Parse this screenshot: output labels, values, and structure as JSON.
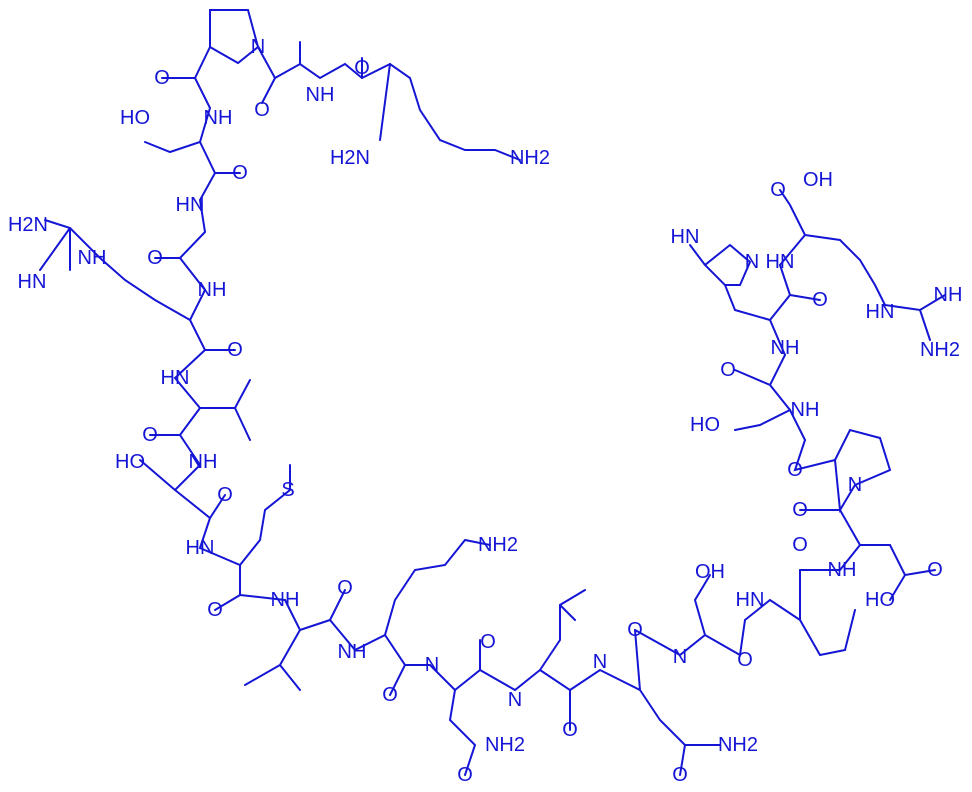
{
  "colors": {
    "ink": "#1515d6",
    "background": "#ffffff"
  },
  "labels": {
    "n_pro1": "N",
    "o_ala": "O",
    "nh_ala_lys": "NH",
    "o_lys": "O",
    "nh2_lys_alpha": "H2N",
    "nh2_lys_eps": "NH2",
    "o_pro1": "O",
    "nh_ser1": "NH",
    "oh_ser1": "HO",
    "o_ser1": "O",
    "hn_gly": "HN",
    "o_gly": "O",
    "nh_arg1": "NH",
    "h2n_arg1_gu": "H2N",
    "nh_arg1_gu": "NH",
    "hn_arg1_gu": "HN",
    "o_arg1": "O",
    "hn_val": "HN",
    "o_val": "O",
    "oh_ser2": "HO",
    "nh_ser2": "NH",
    "o_ser2": "O",
    "hn_met": "HN",
    "s_met": "S",
    "o_met": "O",
    "nh_ile": "NH",
    "o_ile": "O",
    "nh2_lys2": "NH2",
    "nh_lys2": "NH",
    "o_lys2": "O",
    "hn_asn": "N",
    "o_asn": "O",
    "nh2_asn": "NH2",
    "o_asn_side": "O",
    "hn_leu1": "N",
    "o_leu1": "O",
    "hn_gln": "N",
    "o_gln": "O",
    "nh2_gln": "NH2",
    "o_gln_side": "O",
    "oh_ser3": "OH",
    "hn_ser3": "N",
    "o_ser3": "O",
    "hn_leu2": "HN",
    "o_leu2": "O",
    "nh_asp": "NH",
    "o_asp_acid": "O",
    "ho_asp": "HO",
    "o_asp": "O",
    "n_pro2": "N",
    "o_pro2": "O",
    "nh_ser4": "NH",
    "ho_ser4": "HO",
    "o_ser4": "O",
    "nh_his": "NH",
    "hn_his_ring": "HN",
    "n_his_ring": "N",
    "o_his": "O",
    "hn_arg2": "HN",
    "o_arg2_acid": "O",
    "oh_arg2": "OH",
    "hn_arg2_gu": "HN",
    "nh_arg2_gu": "NH",
    "nh2_arg2_gu": "NH2"
  }
}
